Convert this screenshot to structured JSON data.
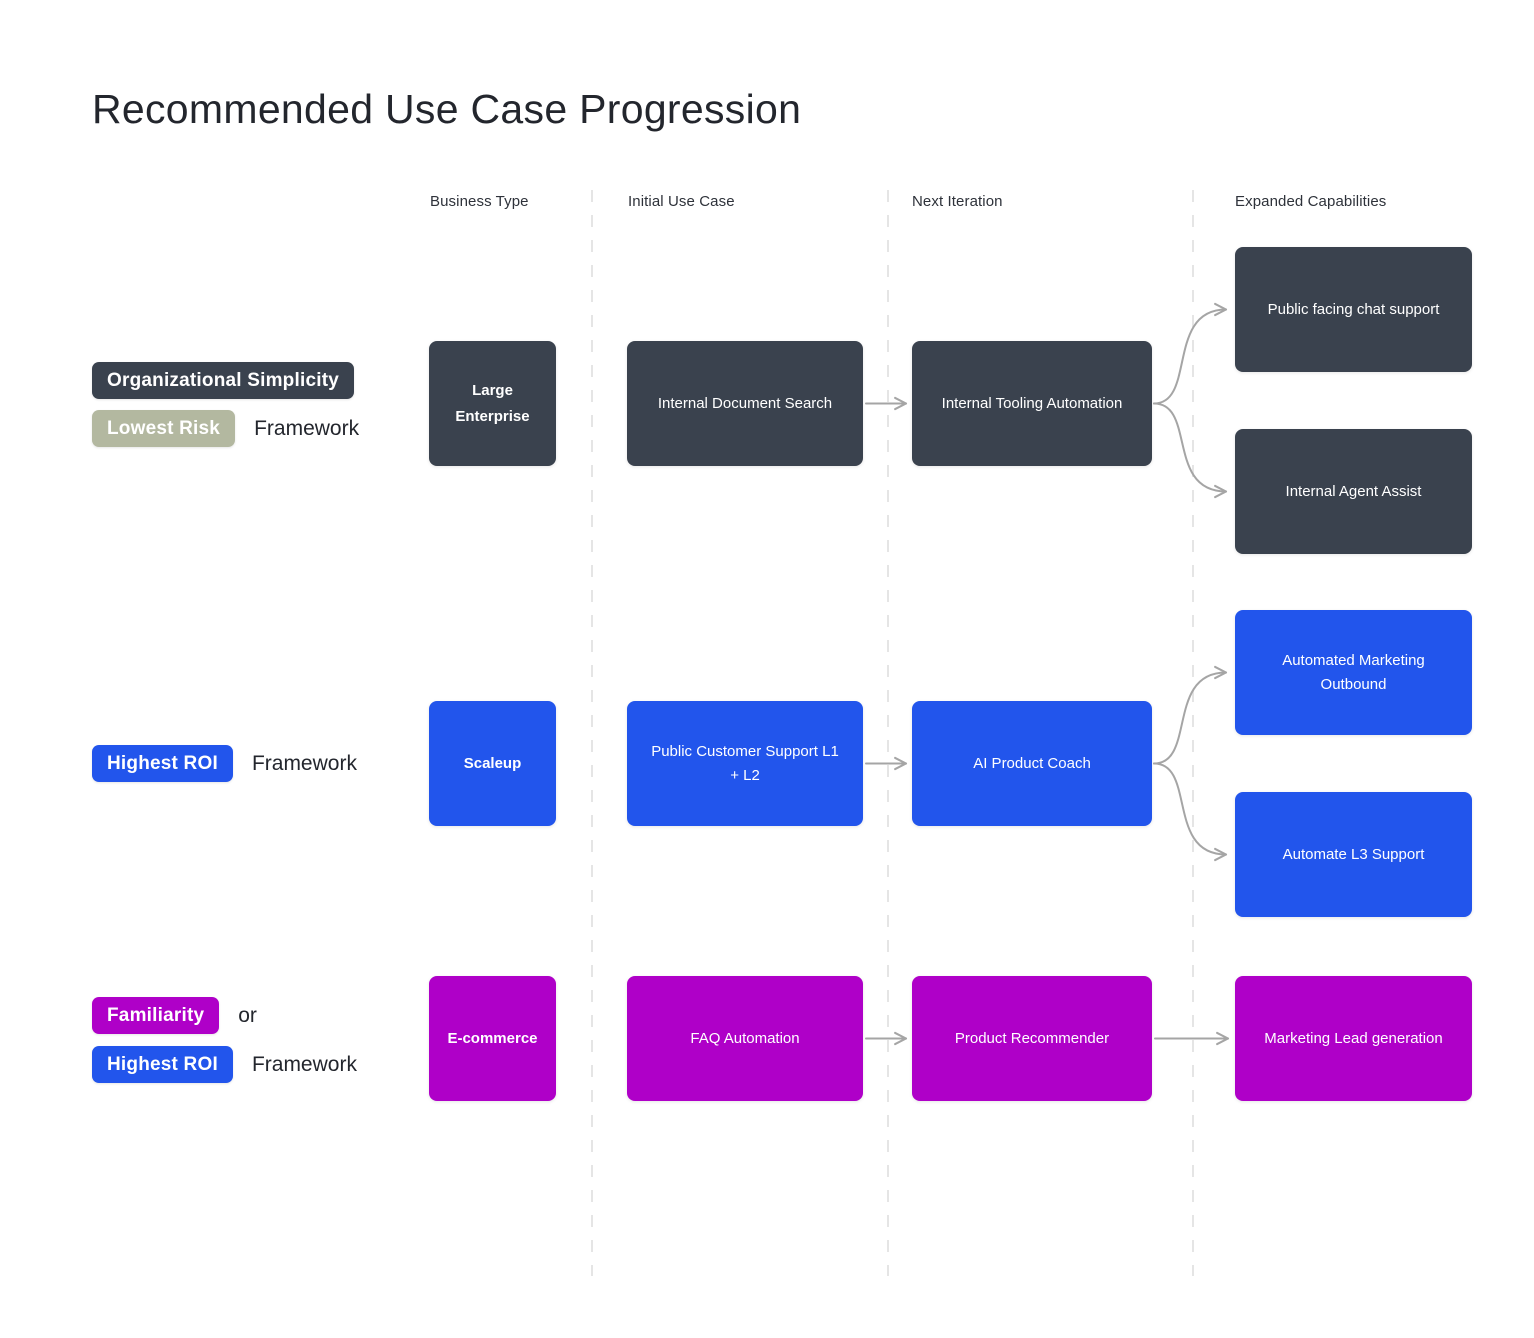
{
  "title": "Recommended Use Case Progression",
  "columns": [
    "Business Type",
    "Initial Use Case",
    "Next Iteration",
    "Expanded Capabilities"
  ],
  "colors": {
    "dark_slate": "#3a424e",
    "blue": "#2255ec",
    "magenta": "#af00c8",
    "olive": "#b3b8a0",
    "arrow": "#a5a5a5",
    "divider": "#e5e5e5",
    "text_dark": "#23262d"
  },
  "rows": [
    {
      "theme": "dark",
      "label_lines": [
        {
          "pill": "Organizational Simplicity",
          "pill_theme": "dark",
          "text": ""
        },
        {
          "pill": "Lowest Risk",
          "pill_theme": "olive",
          "text": "Framework"
        }
      ],
      "business_type": "Large Enterprise",
      "initial_use_case": "Internal Document Search",
      "next_iteration": "Internal Tooling Automation",
      "expanded_capabilities": [
        "Public facing chat support",
        "Internal Agent Assist"
      ]
    },
    {
      "theme": "blue",
      "label_lines": [
        {
          "pill": "Highest ROI",
          "pill_theme": "blue",
          "text": "Framework"
        }
      ],
      "business_type": "Scaleup",
      "initial_use_case": "Public Customer Support L1 + L2",
      "next_iteration": "AI Product Coach",
      "expanded_capabilities": [
        "Automated Marketing Outbound",
        "Automate L3 Support"
      ]
    },
    {
      "theme": "magenta",
      "label_lines": [
        {
          "pill": "Familiarity",
          "pill_theme": "magenta",
          "text": "or"
        },
        {
          "pill": "Highest ROI",
          "pill_theme": "blue",
          "text": "Framework"
        }
      ],
      "business_type": "E-commerce",
      "initial_use_case": "FAQ Automation",
      "next_iteration": "Product Recommender",
      "expanded_capabilities": [
        "Marketing Lead generation"
      ]
    }
  ]
}
